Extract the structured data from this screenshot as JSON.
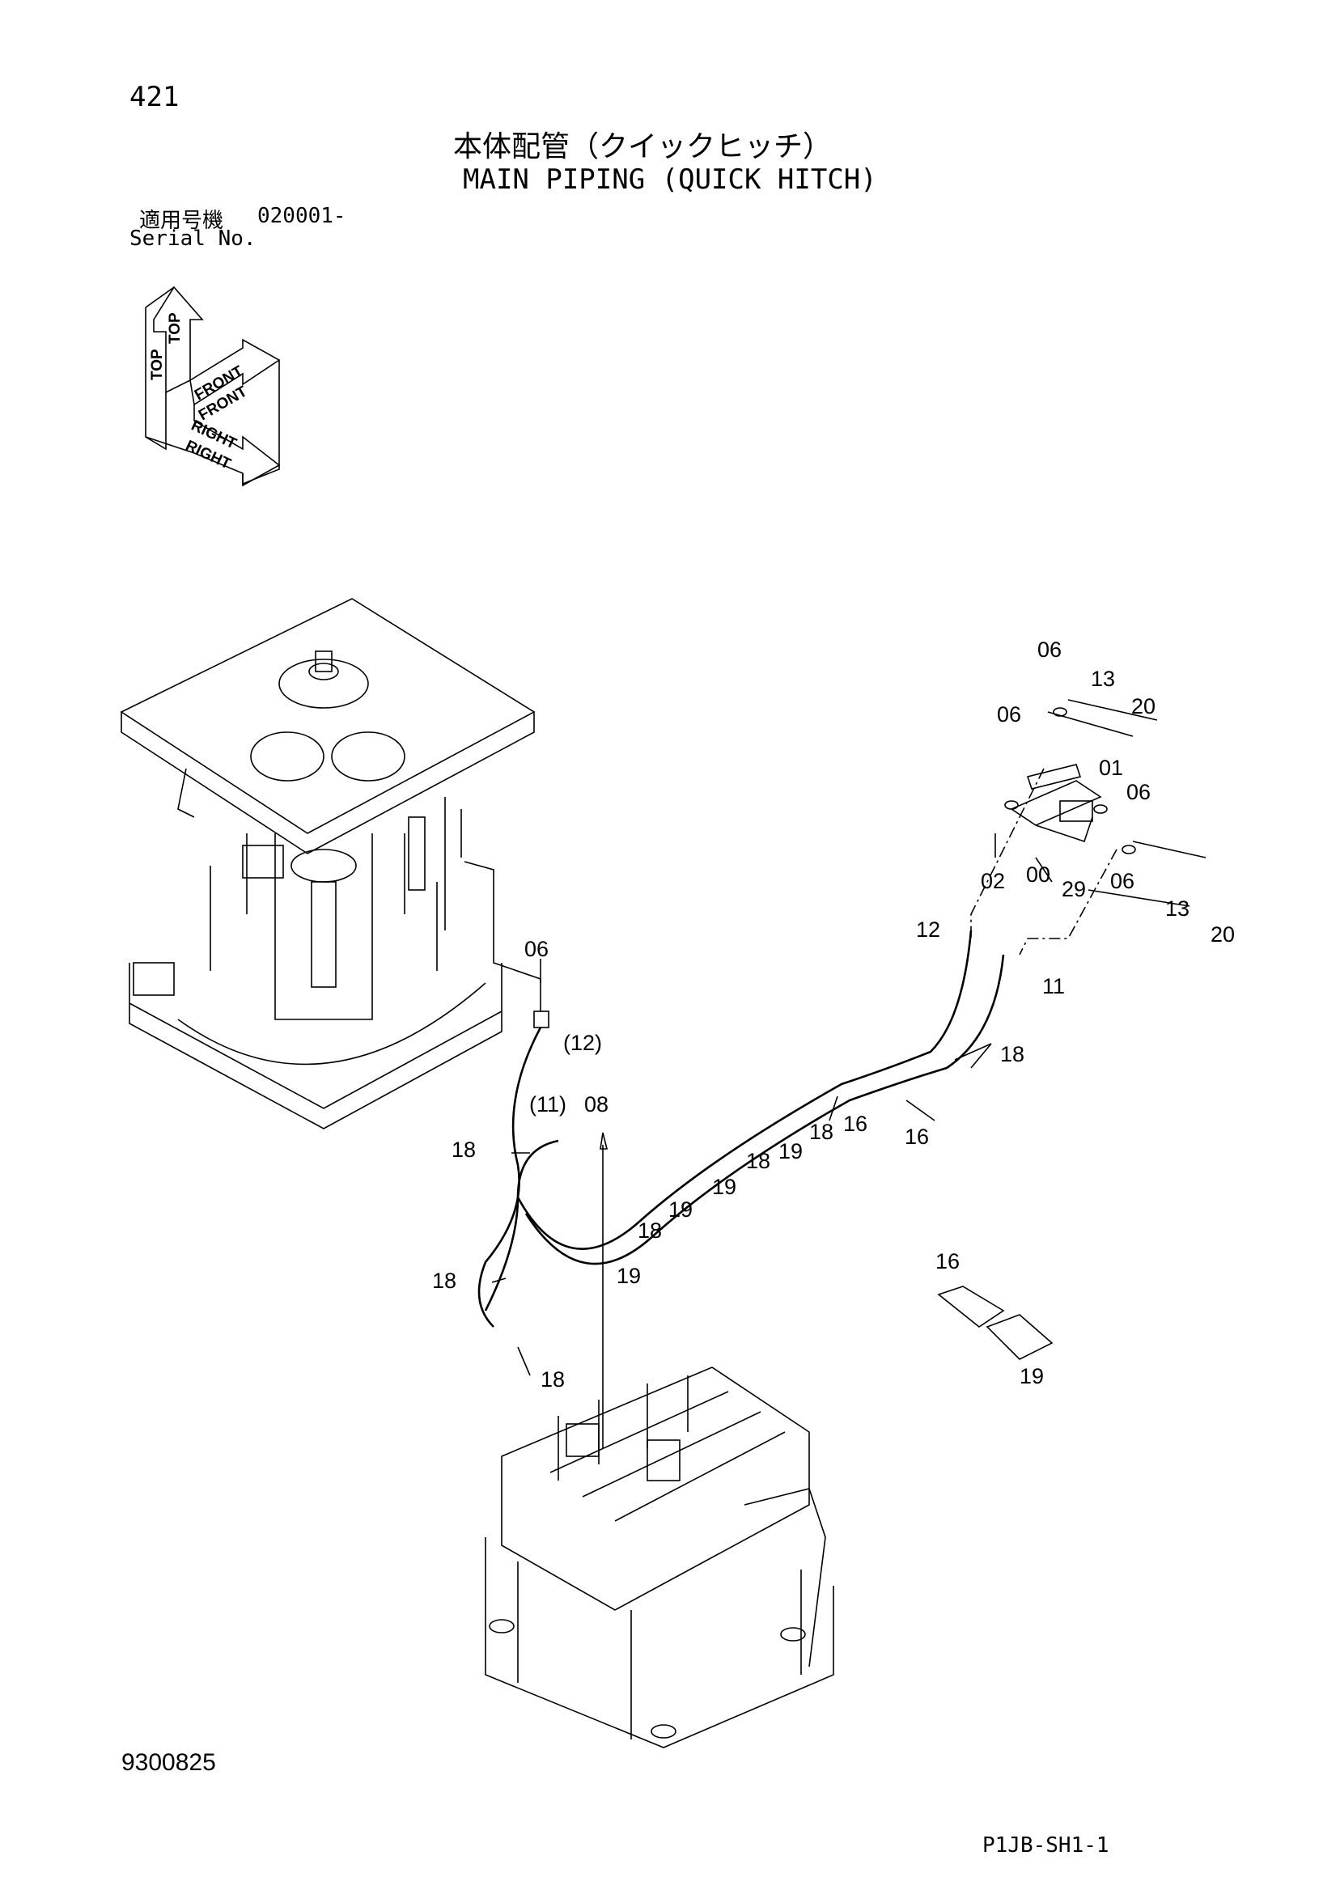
{
  "header": {
    "page_number": "421",
    "title_ja": "本体配管（クイックヒッチ）",
    "title_en": "MAIN PIPING (QUICK HITCH)",
    "serial_label_ja": "適用号機",
    "serial_value": "020001-",
    "serial_label_en": "Serial No."
  },
  "orientation_icon": {
    "labels": [
      "TOP",
      "FRONT",
      "RIGHT"
    ]
  },
  "callouts": {
    "c06a": "06",
    "c13a": "13",
    "c20a": "20",
    "c06b": "06",
    "c01": "01",
    "c06c": "06",
    "c02": "02",
    "c00": "00",
    "c29": "29",
    "c06d": "06",
    "c13b": "13",
    "c20b": "20",
    "c12": "12",
    "c11": "11",
    "c18a": "18",
    "c16a": "16",
    "c18b": "18",
    "c16b": "16",
    "c06e": "06",
    "c12p": "(12)",
    "c11p": "(11)",
    "c08": "08",
    "c18c": "18",
    "c19a": "19",
    "c18d": "18",
    "c19b": "19",
    "c19c": "19",
    "c18e": "18",
    "c19d": "19",
    "c18f": "18",
    "c18g": "18",
    "c16c": "16",
    "c19e": "19"
  },
  "footer": {
    "drawing_number": "9300825",
    "sheet_code": "P1JB-SH1-1"
  }
}
